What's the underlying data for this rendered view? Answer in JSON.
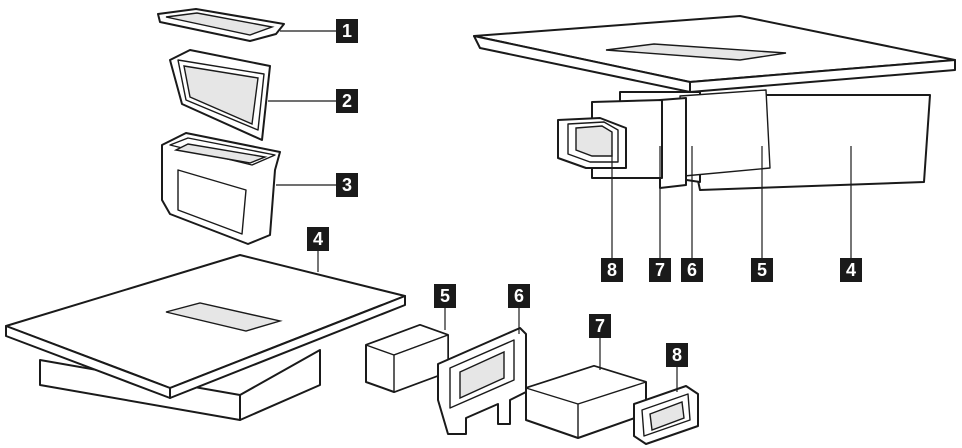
{
  "callouts": {
    "left_assembly": [
      "1",
      "2",
      "3",
      "4"
    ],
    "connector_parts": [
      "5",
      "6",
      "7",
      "8"
    ],
    "right_assembly": [
      "8",
      "7",
      "6",
      "5",
      "4"
    ]
  }
}
